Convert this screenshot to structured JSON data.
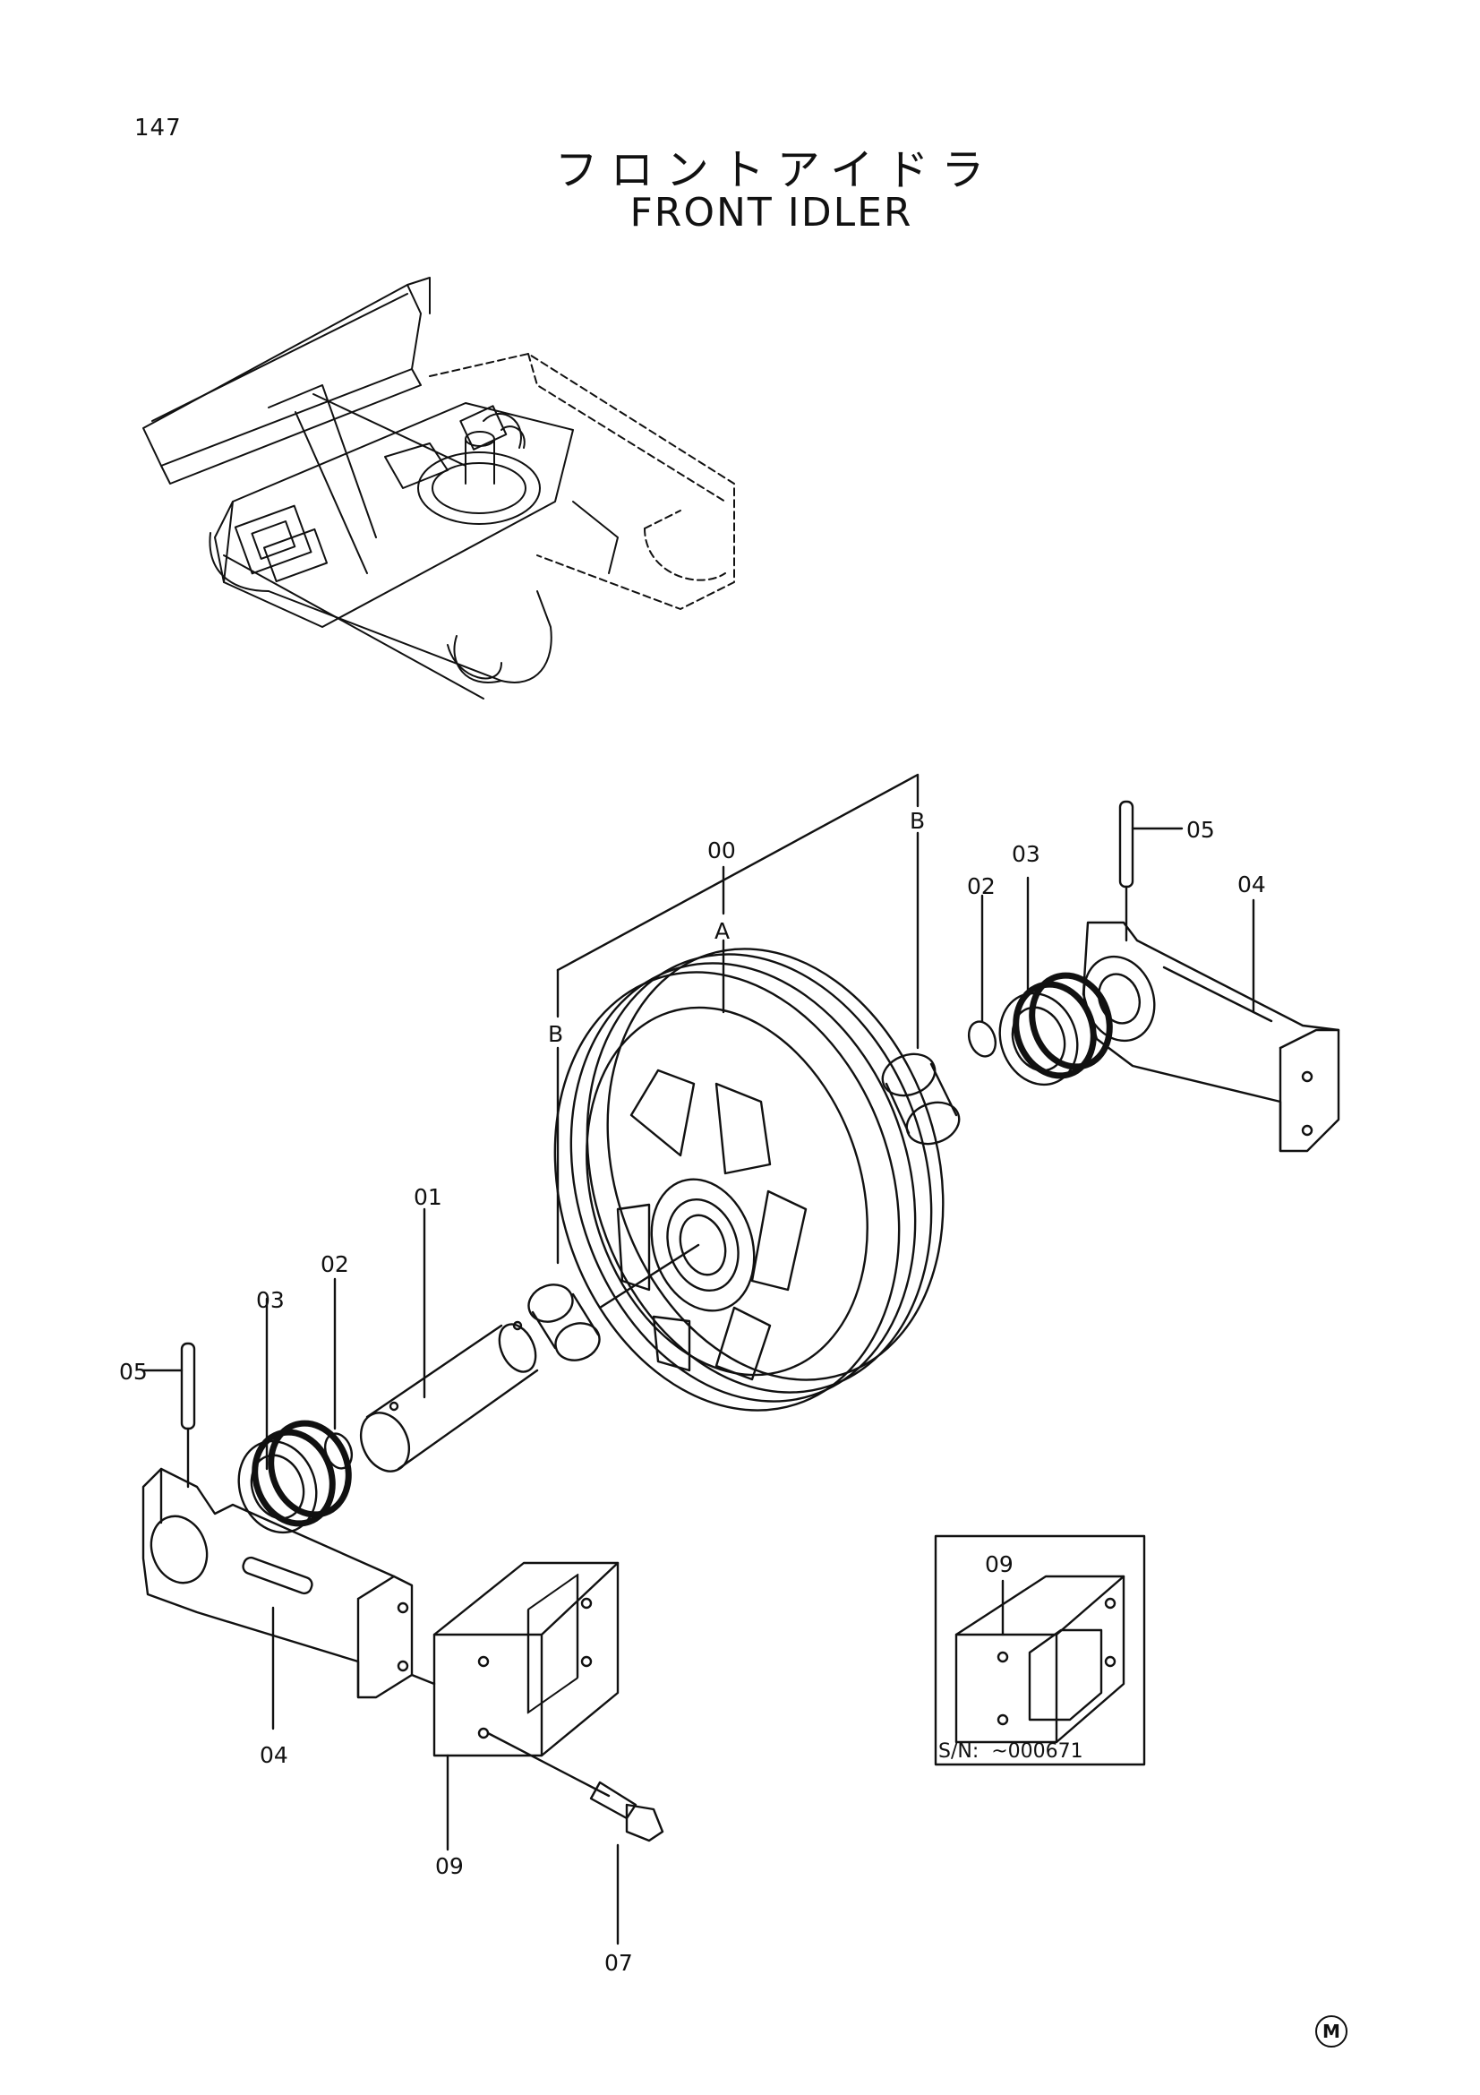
{
  "page": {
    "number": "147",
    "title_jp": "フロントアイドラ",
    "title_en": "FRONT IDLER",
    "footer_mark": "M"
  },
  "callouts": {
    "c00": "00",
    "cA": "A",
    "cB_right": "B",
    "cB_left": "B",
    "c01": "01",
    "c02_right": "02",
    "c03_right": "03",
    "c05_right": "05",
    "c04_right": "04",
    "c02_left": "02",
    "c03_left": "03",
    "c05_left": "05",
    "c04_left": "04",
    "c09": "09",
    "c07": "07"
  },
  "inset": {
    "label": "09",
    "serial_note": "S/N:  ~000671"
  },
  "colors": {
    "ink": "#111111",
    "paper": "#ffffff"
  }
}
